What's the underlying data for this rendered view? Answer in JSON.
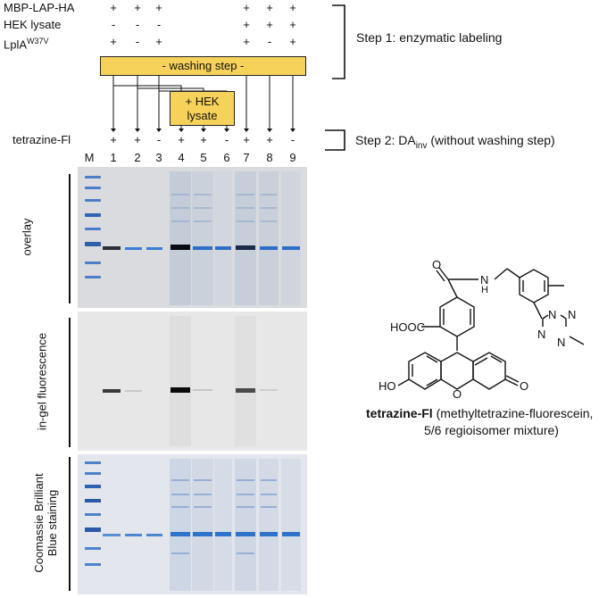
{
  "conditions": {
    "row1": {
      "label": "MBP-LAP-HA",
      "values": [
        "+",
        "+",
        "+",
        "",
        "",
        "",
        "+",
        "+",
        "+"
      ]
    },
    "row2": {
      "label": "HEK lysate",
      "values": [
        "-",
        "-",
        "-",
        "",
        "",
        "",
        "+",
        "+",
        "+"
      ]
    },
    "row3": {
      "label_main": "LplA",
      "label_sup": "W37V",
      "values": [
        "+",
        "-",
        "+",
        "",
        "",
        "",
        "+",
        "-",
        "+"
      ]
    }
  },
  "washing_box": "- washing step -",
  "hek_box_line1": "+ HEK",
  "hek_box_line2": "lysate",
  "step1": "Step 1: enzymatic labeling",
  "step2_pre": "Step 2: DA",
  "step2_sub": "inv",
  "step2_post": " (without washing step)",
  "tetrazine_row": {
    "label": "tetrazine-Fl",
    "values": [
      "+",
      "+",
      "-",
      "+",
      "+",
      "-",
      "+",
      "+",
      "-"
    ]
  },
  "lanes": {
    "marker": "M",
    "numbers": [
      "1",
      "2",
      "3",
      "4",
      "5",
      "6",
      "7",
      "8",
      "9"
    ]
  },
  "panels": {
    "overlay": "overlay",
    "fluorescence": "in-gel fluorescence",
    "coomassie_line1": "Coomassie Brilliant",
    "coomassie_line2": "Blue staining"
  },
  "molecule": {
    "name_bold": "tetrazine-Fl",
    "name_rest": " (methyltetrazine-fluorescein,",
    "name_line2": "5/6 regioisomer mixture)",
    "atoms": {
      "hooc": "HOOC",
      "ho": "HO",
      "o_ring": "O",
      "o_keto": "O",
      "o_amide": "O",
      "nh": "N",
      "h": "H",
      "n1": "N",
      "n2": "N",
      "n3": "N",
      "n4": "N"
    }
  }
}
